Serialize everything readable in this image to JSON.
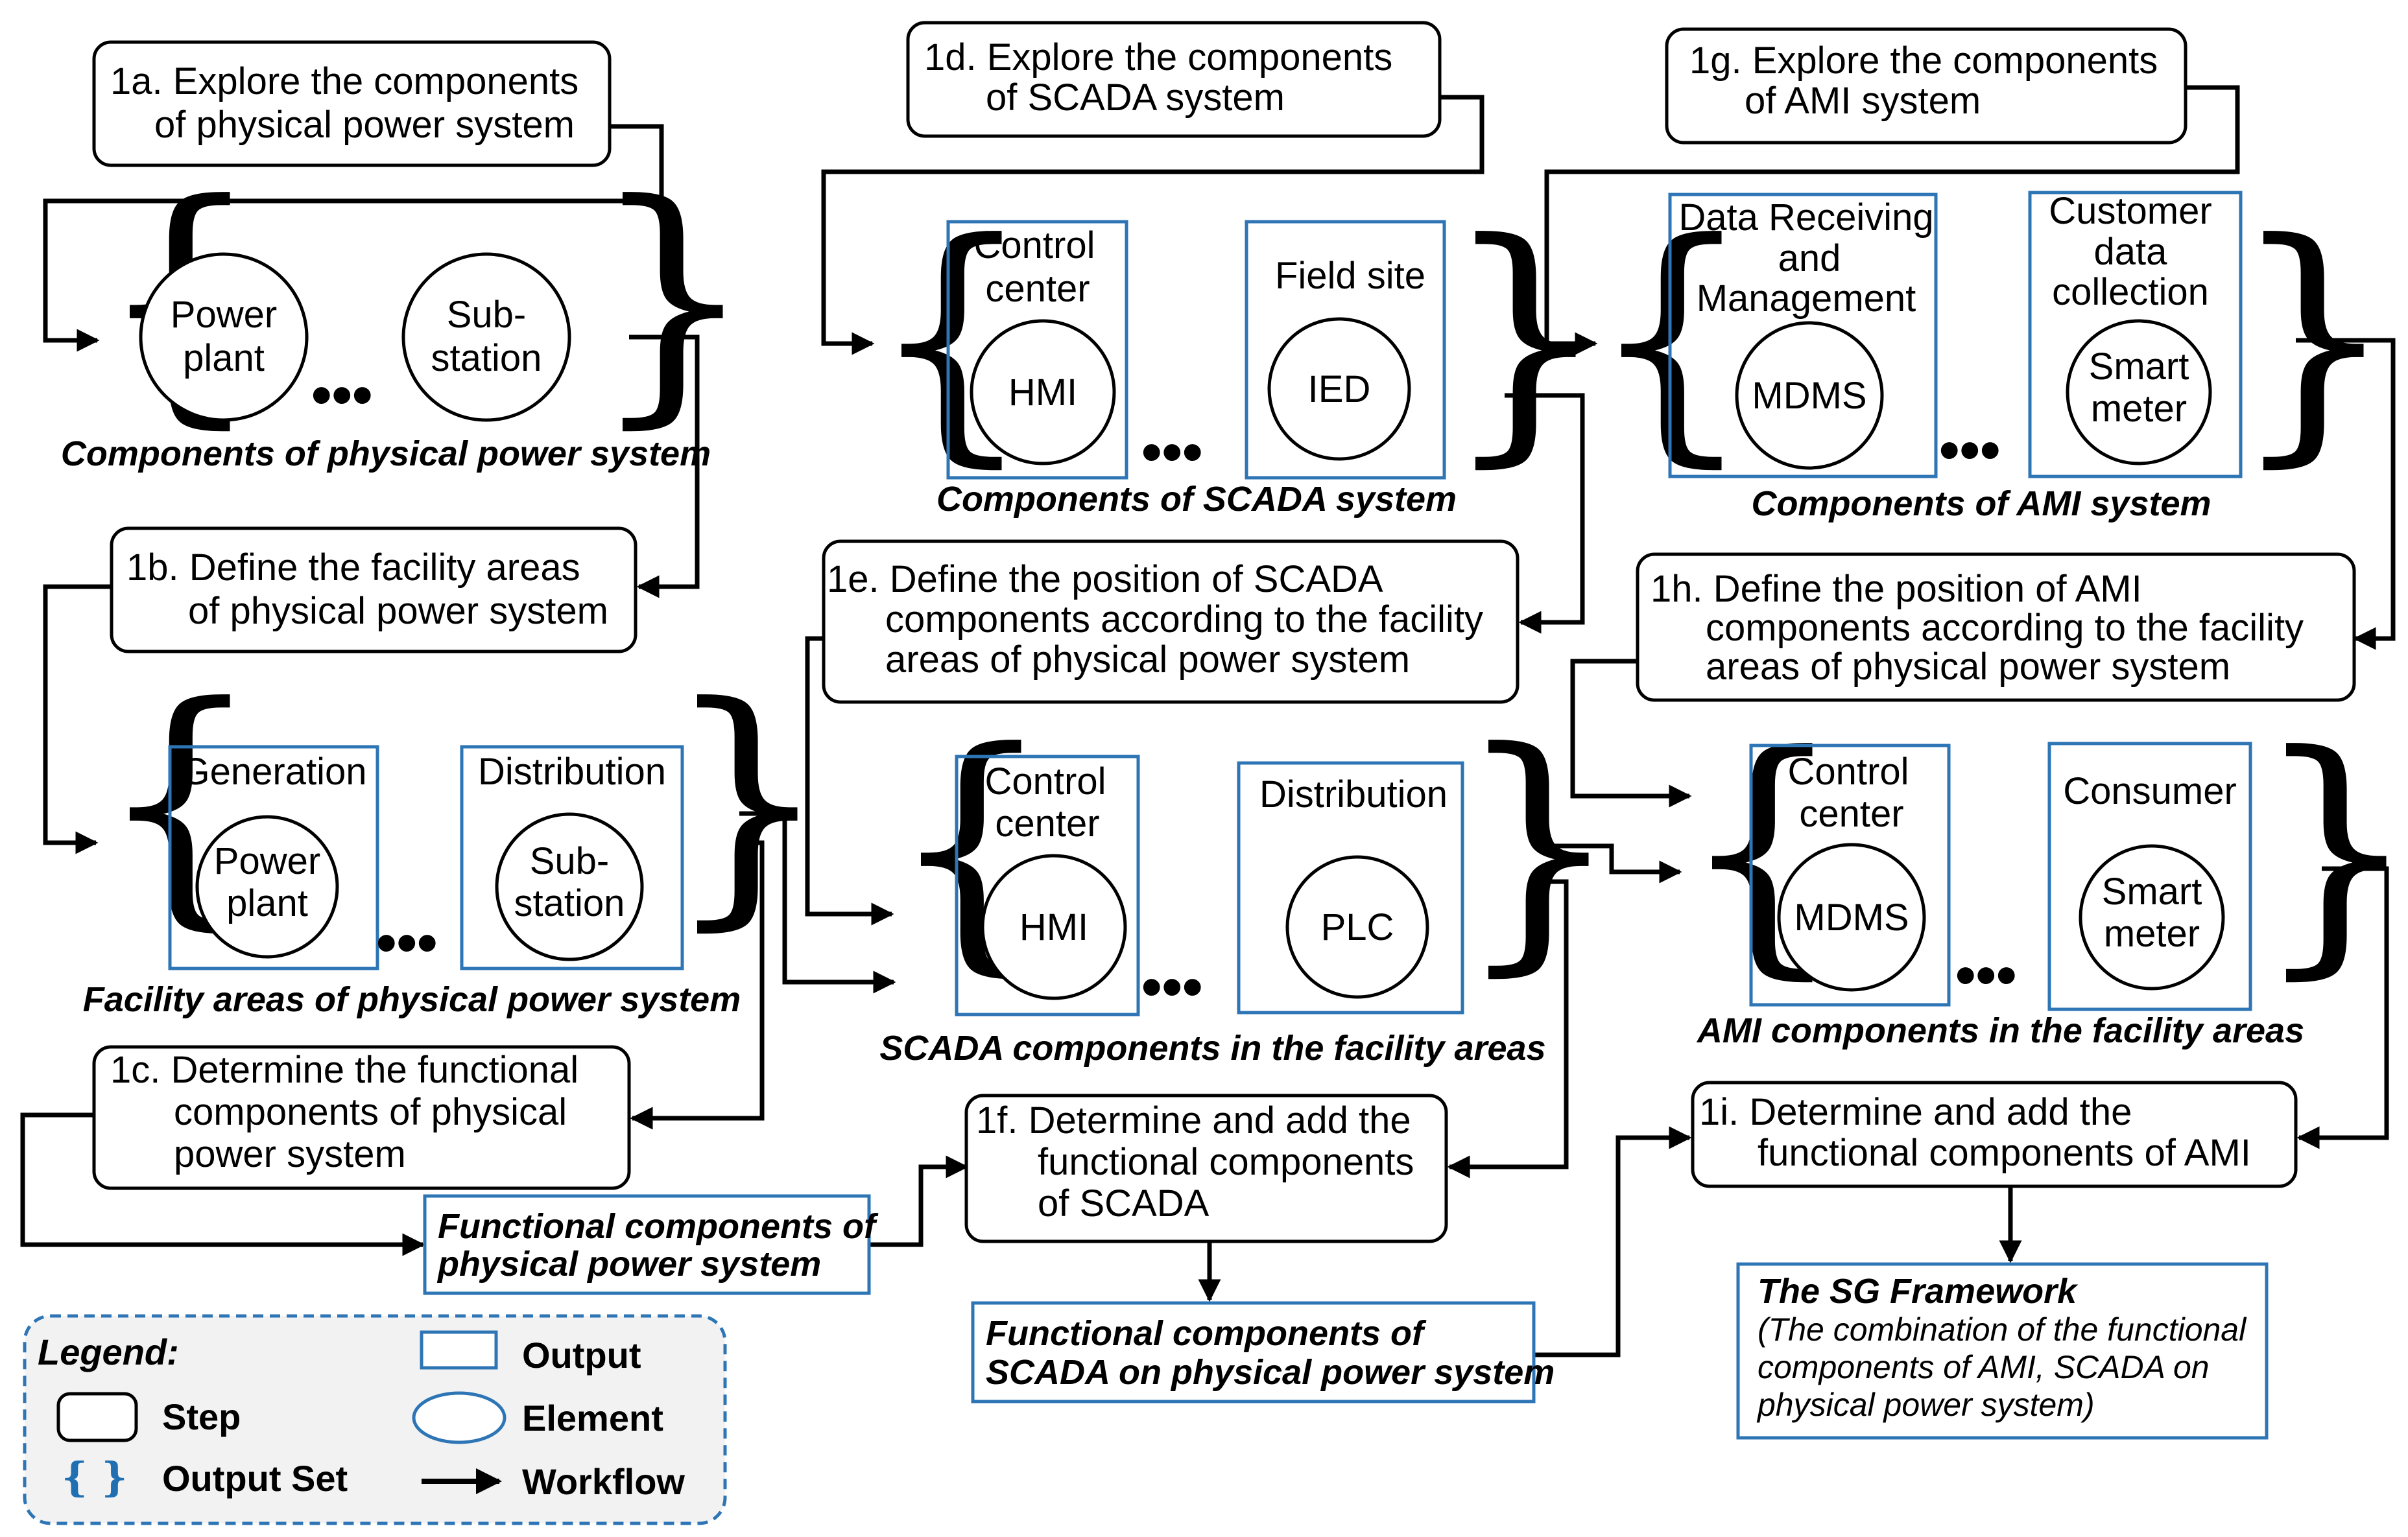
{
  "steps": {
    "s1a": [
      "1a. Explore the components",
      "of physical power system"
    ],
    "s1b": [
      "1b. Define the facility areas",
      "of physical power system"
    ],
    "s1c": [
      "1c. Determine the functional",
      "components of physical",
      "power system"
    ],
    "s1d": [
      "1d. Explore the components",
      "of SCADA system"
    ],
    "s1e": [
      "1e. Define the position of SCADA",
      "components according to the facility",
      "areas of physical power system"
    ],
    "s1f": [
      "1f. Determine and add the",
      "functional components",
      "of SCADA"
    ],
    "s1g": [
      "1g. Explore the components",
      "of AMI system"
    ],
    "s1h": [
      "1h. Define the position of AMI",
      "components according to the facility",
      "areas of physical power system"
    ],
    "s1i": [
      "1i. Determine and add the",
      "functional components of AMI"
    ]
  },
  "sets": {
    "phys_components": {
      "caption": "Components of physical power system",
      "elements": [
        [
          "Power",
          "plant"
        ],
        [
          "Sub-",
          "station"
        ]
      ]
    },
    "phys_facility": {
      "caption": "Facility areas of physical power system",
      "areas": [
        {
          "label": [
            "Generation"
          ],
          "element": [
            "Power",
            "plant"
          ]
        },
        {
          "label": [
            "Distribution"
          ],
          "element": [
            "Sub-",
            "station"
          ]
        }
      ]
    },
    "scada_components": {
      "caption": "Components of SCADA system",
      "areas": [
        {
          "label": [
            "Control",
            "center"
          ],
          "element": [
            "HMI"
          ]
        },
        {
          "label": [
            "Field site"
          ],
          "element": [
            "IED"
          ]
        }
      ]
    },
    "scada_facility": {
      "caption": "SCADA components in the facility areas",
      "areas": [
        {
          "label": [
            "Control",
            "center"
          ],
          "element": [
            "HMI"
          ]
        },
        {
          "label": [
            "Distribution"
          ],
          "element": [
            "PLC"
          ]
        }
      ]
    },
    "ami_components": {
      "caption": "Components of  AMI system",
      "areas": [
        {
          "label": [
            "Data Receiving",
            "and",
            "Management"
          ],
          "element": [
            "MDMS"
          ]
        },
        {
          "label": [
            "Customer",
            "data",
            "collection"
          ],
          "element": [
            "Smart",
            "meter"
          ]
        }
      ]
    },
    "ami_facility": {
      "caption": "AMI components in the facility areas",
      "areas": [
        {
          "label": [
            "Control",
            "center"
          ],
          "element": [
            "MDMS"
          ]
        },
        {
          "label": [
            "Consumer"
          ],
          "element": [
            "Smart",
            "meter"
          ]
        }
      ]
    }
  },
  "outputs": {
    "func_phys": [
      "Functional components of",
      "physical power system"
    ],
    "func_scada": [
      "Functional components of",
      "SCADA on physical power system"
    ],
    "sg_framework": {
      "title": "The SG Framework",
      "lines": [
        "(The combination of the functional",
        "components of AMI, SCADA on",
        "physical power system)"
      ]
    }
  },
  "ellipsis": "•••",
  "legend": {
    "title": "Legend:",
    "step": "Step",
    "output": "Output",
    "element": "Element",
    "output_set": "Output Set",
    "output_set_symbol": "{  }",
    "workflow": "Workflow"
  },
  "colors": {
    "output_border": "#2e75b6",
    "legend_bg": "#f2f2f2",
    "legend_border": "#2e75b6",
    "line": "#000000"
  }
}
